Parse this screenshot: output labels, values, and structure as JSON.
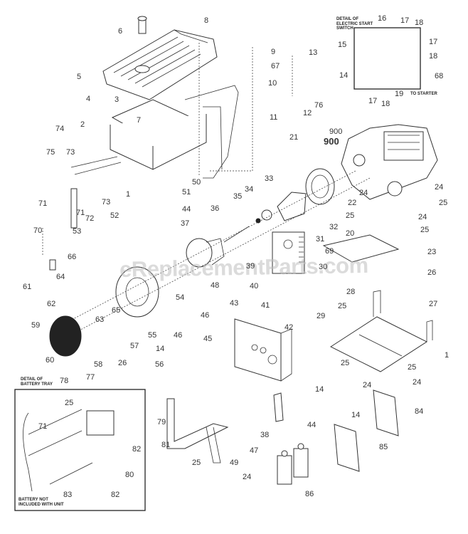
{
  "title": "Generator exploded parts diagram",
  "watermark": "eReplacementParts.com",
  "insets": {
    "electric_start": {
      "caption": "DETAIL OF\nELECTRIC START\nSWITCH",
      "note": "TO STARTER",
      "labels": [
        "16",
        "17",
        "18",
        "15",
        "17",
        "18",
        "14",
        "68",
        "17",
        "18",
        "19"
      ]
    },
    "battery_tray": {
      "caption": "DETAIL OF\nBATTERY TRAY",
      "note": "BATTERY NOT\nINCLUDED WITH UNIT",
      "labels": [
        "78",
        "77",
        "25",
        "71",
        "79",
        "81",
        "82",
        "80",
        "82",
        "83"
      ]
    }
  },
  "callouts": [
    "6",
    "8",
    "5",
    "3",
    "4",
    "7",
    "2",
    "9",
    "67",
    "10",
    "13",
    "76",
    "12",
    "11",
    "21",
    "900",
    "900",
    "74",
    "75",
    "73",
    "71",
    "73",
    "71",
    "72",
    "70",
    "1",
    "51",
    "44",
    "50",
    "52",
    "53",
    "66",
    "64",
    "61",
    "62",
    "63",
    "65",
    "59",
    "60",
    "54",
    "48",
    "36",
    "37",
    "35",
    "34",
    "33",
    "22",
    "24",
    "25",
    "24",
    "25",
    "24",
    "25",
    "32",
    "20",
    "31",
    "23",
    "26",
    "69",
    "39",
    "30",
    "40",
    "41",
    "28",
    "29",
    "25",
    "27",
    "1",
    "46",
    "55",
    "46",
    "45",
    "57",
    "58",
    "26",
    "14",
    "56",
    "43",
    "42",
    "14",
    "25",
    "24",
    "25",
    "24",
    "44",
    "14",
    "38",
    "47",
    "49",
    "25",
    "24",
    "86",
    "85",
    "84"
  ]
}
